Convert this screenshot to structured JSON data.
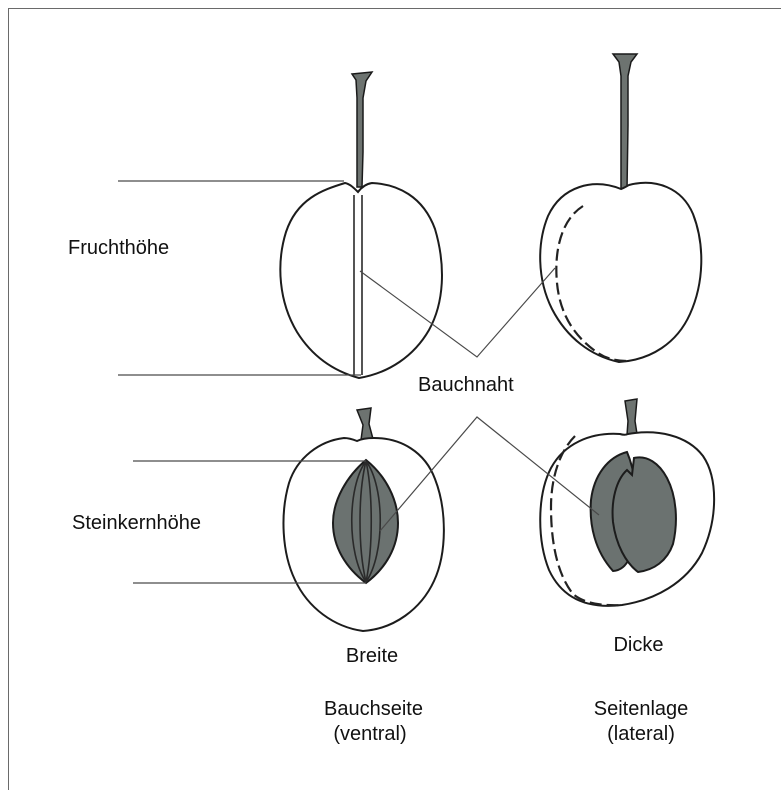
{
  "labels": {
    "fruit_height": "Fruchthöhe",
    "stone_height": "Steinkernhöhe",
    "suture": "Bauchnaht",
    "width": "Breite",
    "thickness": "Dicke",
    "ventral_view": "Bauchseite",
    "ventral_latin": "(ventral)",
    "lateral_view": "Seitenlage",
    "lateral_latin": "(lateral)"
  },
  "colors": {
    "stone": "#6b7270",
    "stem": "#6d7370",
    "outline": "#1c1c1c",
    "leader": "#4a4a4a",
    "frame": "#6a6a6a"
  }
}
